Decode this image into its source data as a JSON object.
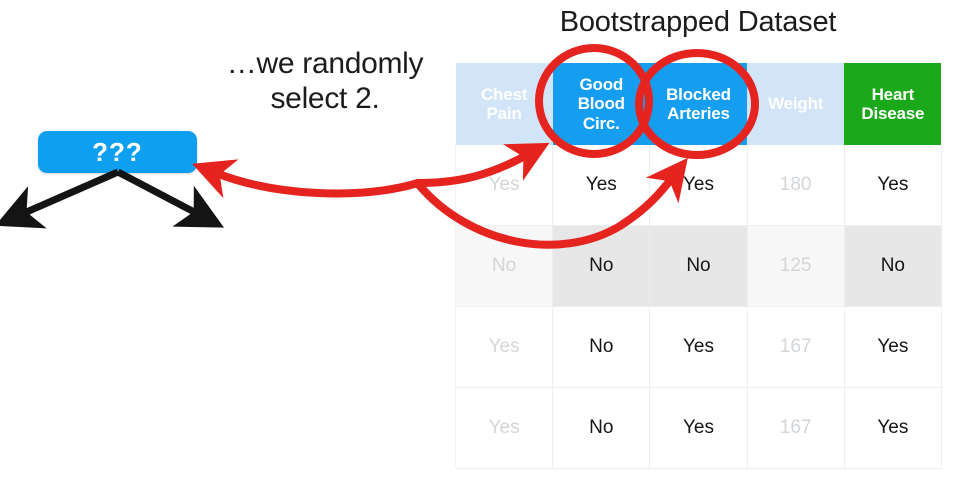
{
  "annotation": {
    "text": "…we randomly\nselect 2."
  },
  "tree": {
    "root_label": "???"
  },
  "table": {
    "title": "Bootstrapped Dataset",
    "columns": [
      {
        "label": "Chest\nPain",
        "style": "faded",
        "circled": false
      },
      {
        "label": "Good\nBlood\nCirc.",
        "style": "highlighted",
        "circled": true
      },
      {
        "label": "Blocked\nArteries",
        "style": "highlighted",
        "circled": true
      },
      {
        "label": "Weight",
        "style": "faded",
        "circled": false
      },
      {
        "label": "Heart\nDisease",
        "style": "target",
        "circled": false
      }
    ],
    "rows": [
      {
        "shaded": false,
        "cells": [
          "Yes",
          "Yes",
          "Yes",
          "180",
          "Yes"
        ]
      },
      {
        "shaded": true,
        "cells": [
          "No",
          "No",
          "No",
          "125",
          "No"
        ]
      },
      {
        "shaded": false,
        "cells": [
          "Yes",
          "No",
          "Yes",
          "167",
          "Yes"
        ]
      },
      {
        "shaded": false,
        "cells": [
          "Yes",
          "No",
          "Yes",
          "167",
          "Yes"
        ]
      }
    ]
  },
  "colors": {
    "node_blue": "#0f9ff0",
    "header_blue": "#159ef0",
    "header_green": "#1ba81b",
    "header_faded_blue": "#d2e4f7",
    "annotation_red": "#e5231f",
    "arrow_black": "#141414",
    "faded_text": "#d3d6d9"
  },
  "markings": {
    "circle_1": "circle-good-blood-circ",
    "circle_2": "circle-blocked-arteries",
    "red_arrow": "red-arrow-to-root",
    "black_arrow_left": "black-arrow-left-branch",
    "black_arrow_right": "black-arrow-right-branch"
  }
}
